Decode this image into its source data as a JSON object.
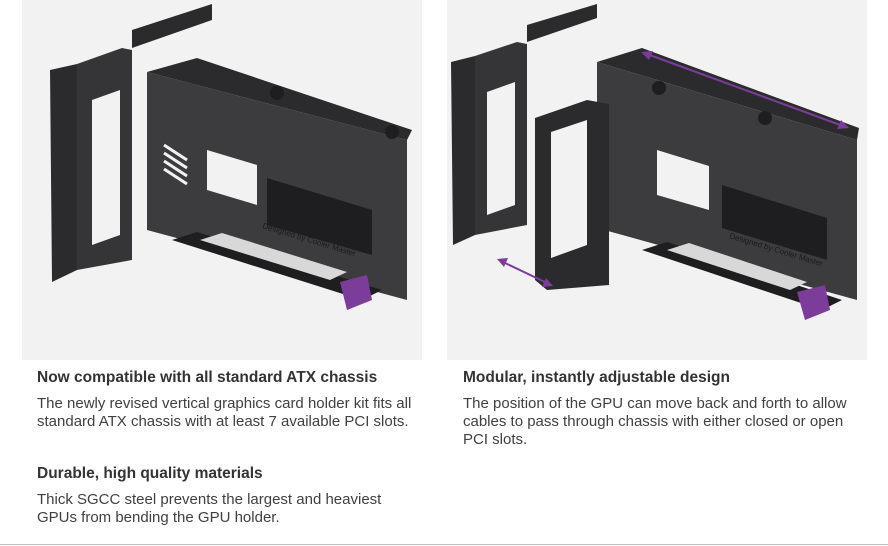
{
  "images": {
    "left": {
      "engraving": "Designed by Cooler Master"
    },
    "right": {
      "engraving": "Designed by Cooler Master"
    }
  },
  "features": [
    {
      "title": "Now compatible with all standard ATX chassis",
      "body": "The newly revised vertical graphics card holder kit fits all standard ATX chassis with at least 7 available PCI slots."
    },
    {
      "title": "Durable, high quality materials",
      "body": "Thick SGCC steel prevents the largest and heaviest GPUs from bending the GPU holder."
    },
    {
      "title": "Modular, instantly adjustable design",
      "body": "The position of the GPU can move back and forth to allow cables to pass through chassis with either closed or open PCI slots."
    }
  ],
  "colors": {
    "steel": "#2b2b2d",
    "steel_light": "#3c3c3f",
    "accent_purple": "#7b3c9a",
    "arrow": "#7b3c9a",
    "riser": "#d8d8d8"
  }
}
